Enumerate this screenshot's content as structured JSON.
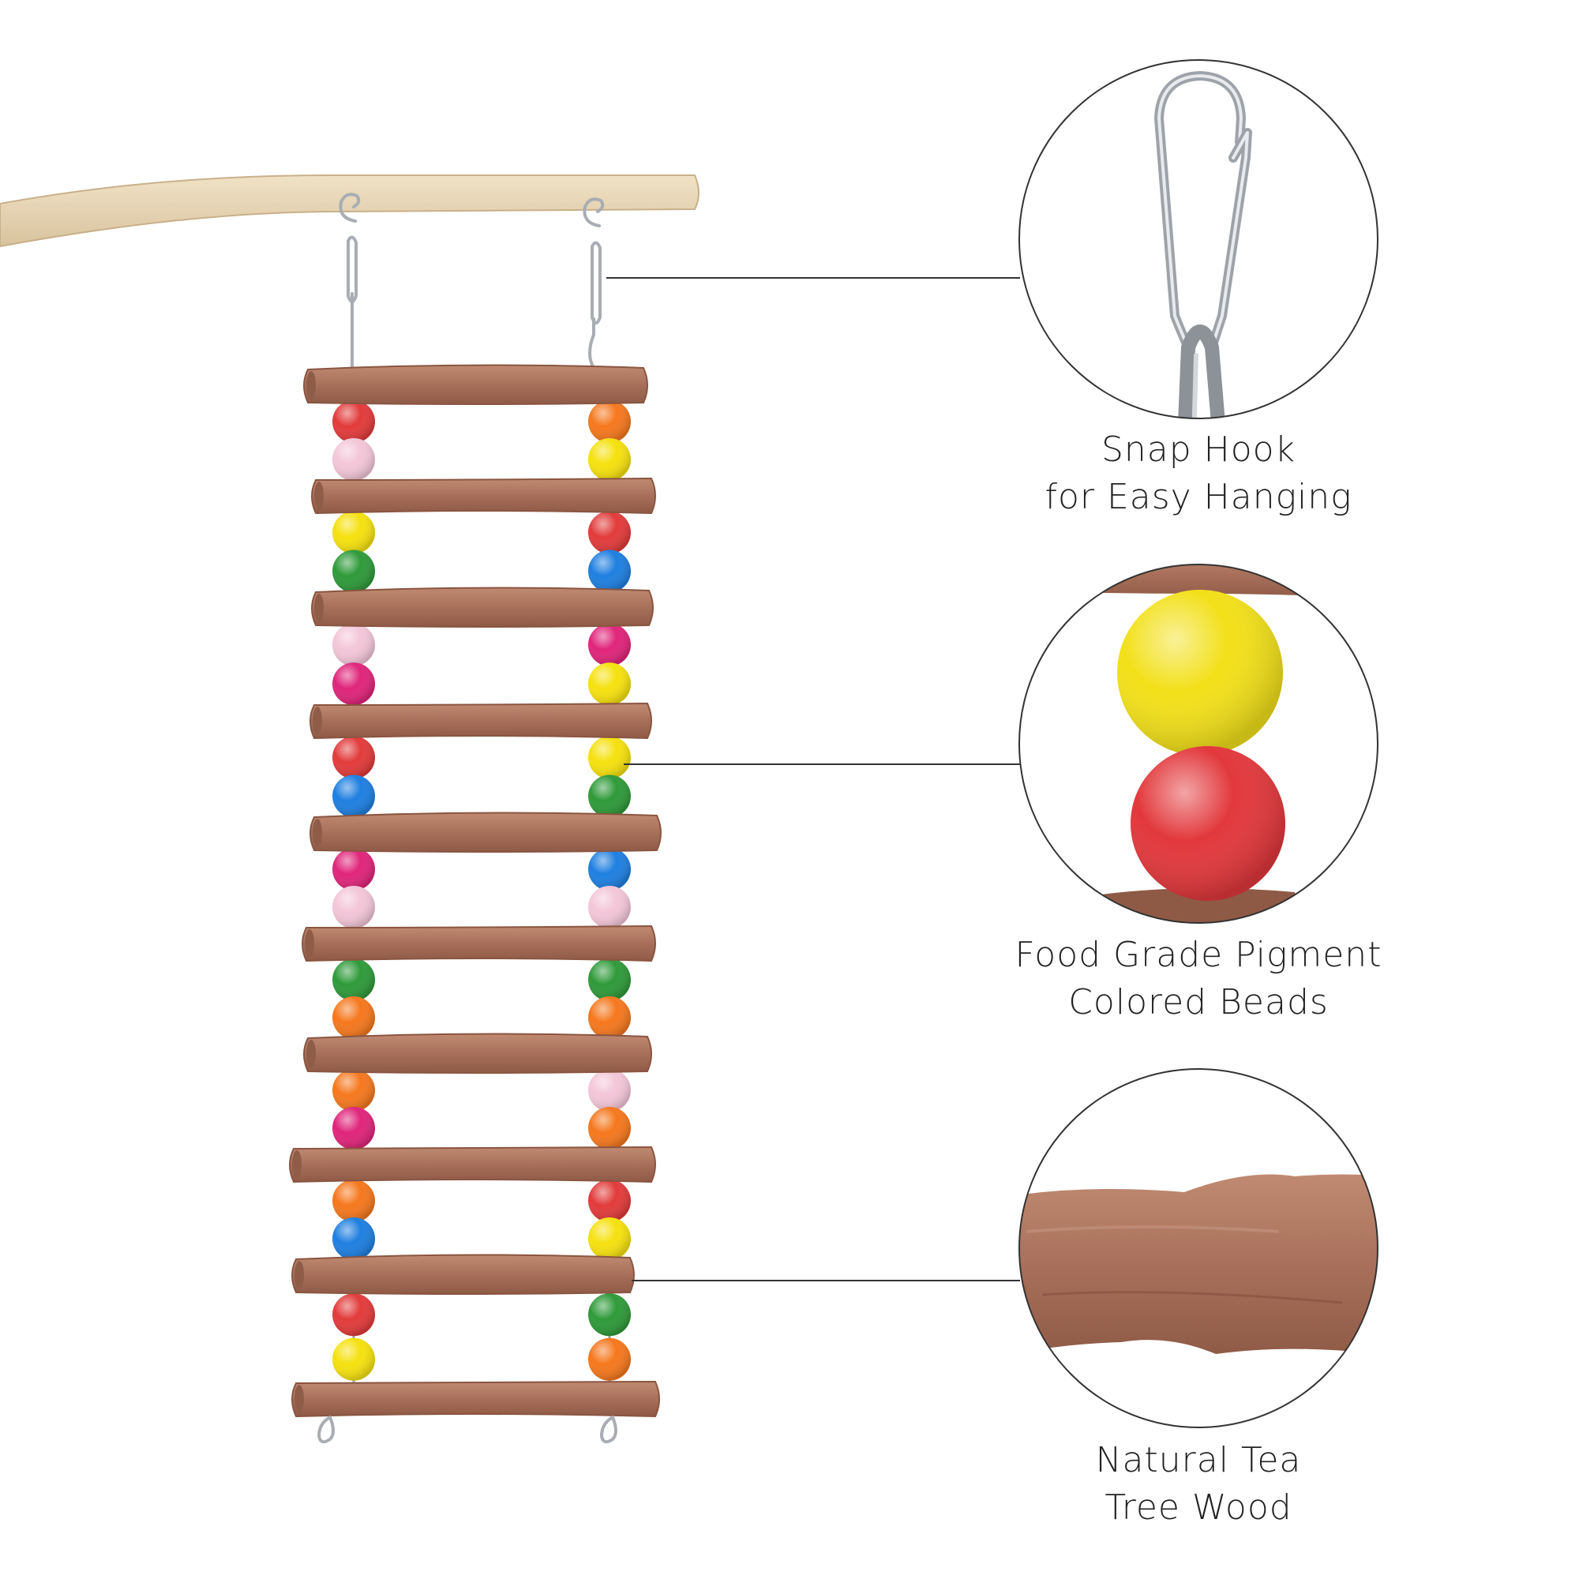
{
  "product": {
    "name": "Bird Ladder with Colored Beads",
    "rung_count": 10
  },
  "callouts": [
    {
      "id": "snap-hook",
      "lines": [
        "Snap Hook",
        "for Easy Hanging"
      ]
    },
    {
      "id": "beads",
      "lines": [
        "Food Grade Pigment",
        "Colored Beads"
      ]
    },
    {
      "id": "wood",
      "lines": [
        "Natural Tea",
        "Tree Wood"
      ]
    }
  ],
  "colors": {
    "background": "#ffffff",
    "text": "#222222",
    "leader_line": "#333333",
    "hanging_branch": "#e6d3b1",
    "rung_wood": "#a8705a",
    "metal": "#b8bcc2",
    "bead_red": "#e23b3b",
    "bead_yellow": "#f5e10f",
    "bead_green": "#2f9a3a",
    "bead_blue": "#1f7fe0",
    "bead_pink": "#f3c6d8",
    "bead_magenta": "#e0257a",
    "bead_orange": "#f5781e"
  },
  "bead_pairs_left": [
    [
      "red",
      "pink"
    ],
    [
      "yellow",
      "green"
    ],
    [
      "pink",
      "magenta"
    ],
    [
      "red",
      "blue"
    ],
    [
      "magenta",
      "pink"
    ],
    [
      "green",
      "orange"
    ],
    [
      "orange",
      "magenta"
    ],
    [
      "orange",
      "blue"
    ],
    [
      "red",
      "yellow"
    ]
  ],
  "bead_pairs_right": [
    [
      "orange",
      "yellow"
    ],
    [
      "red",
      "blue"
    ],
    [
      "magenta",
      "yellow"
    ],
    [
      "yellow",
      "green"
    ],
    [
      "blue",
      "pink"
    ],
    [
      "green",
      "orange"
    ],
    [
      "pink",
      "orange"
    ],
    [
      "red",
      "yellow"
    ],
    [
      "green",
      "orange"
    ]
  ]
}
